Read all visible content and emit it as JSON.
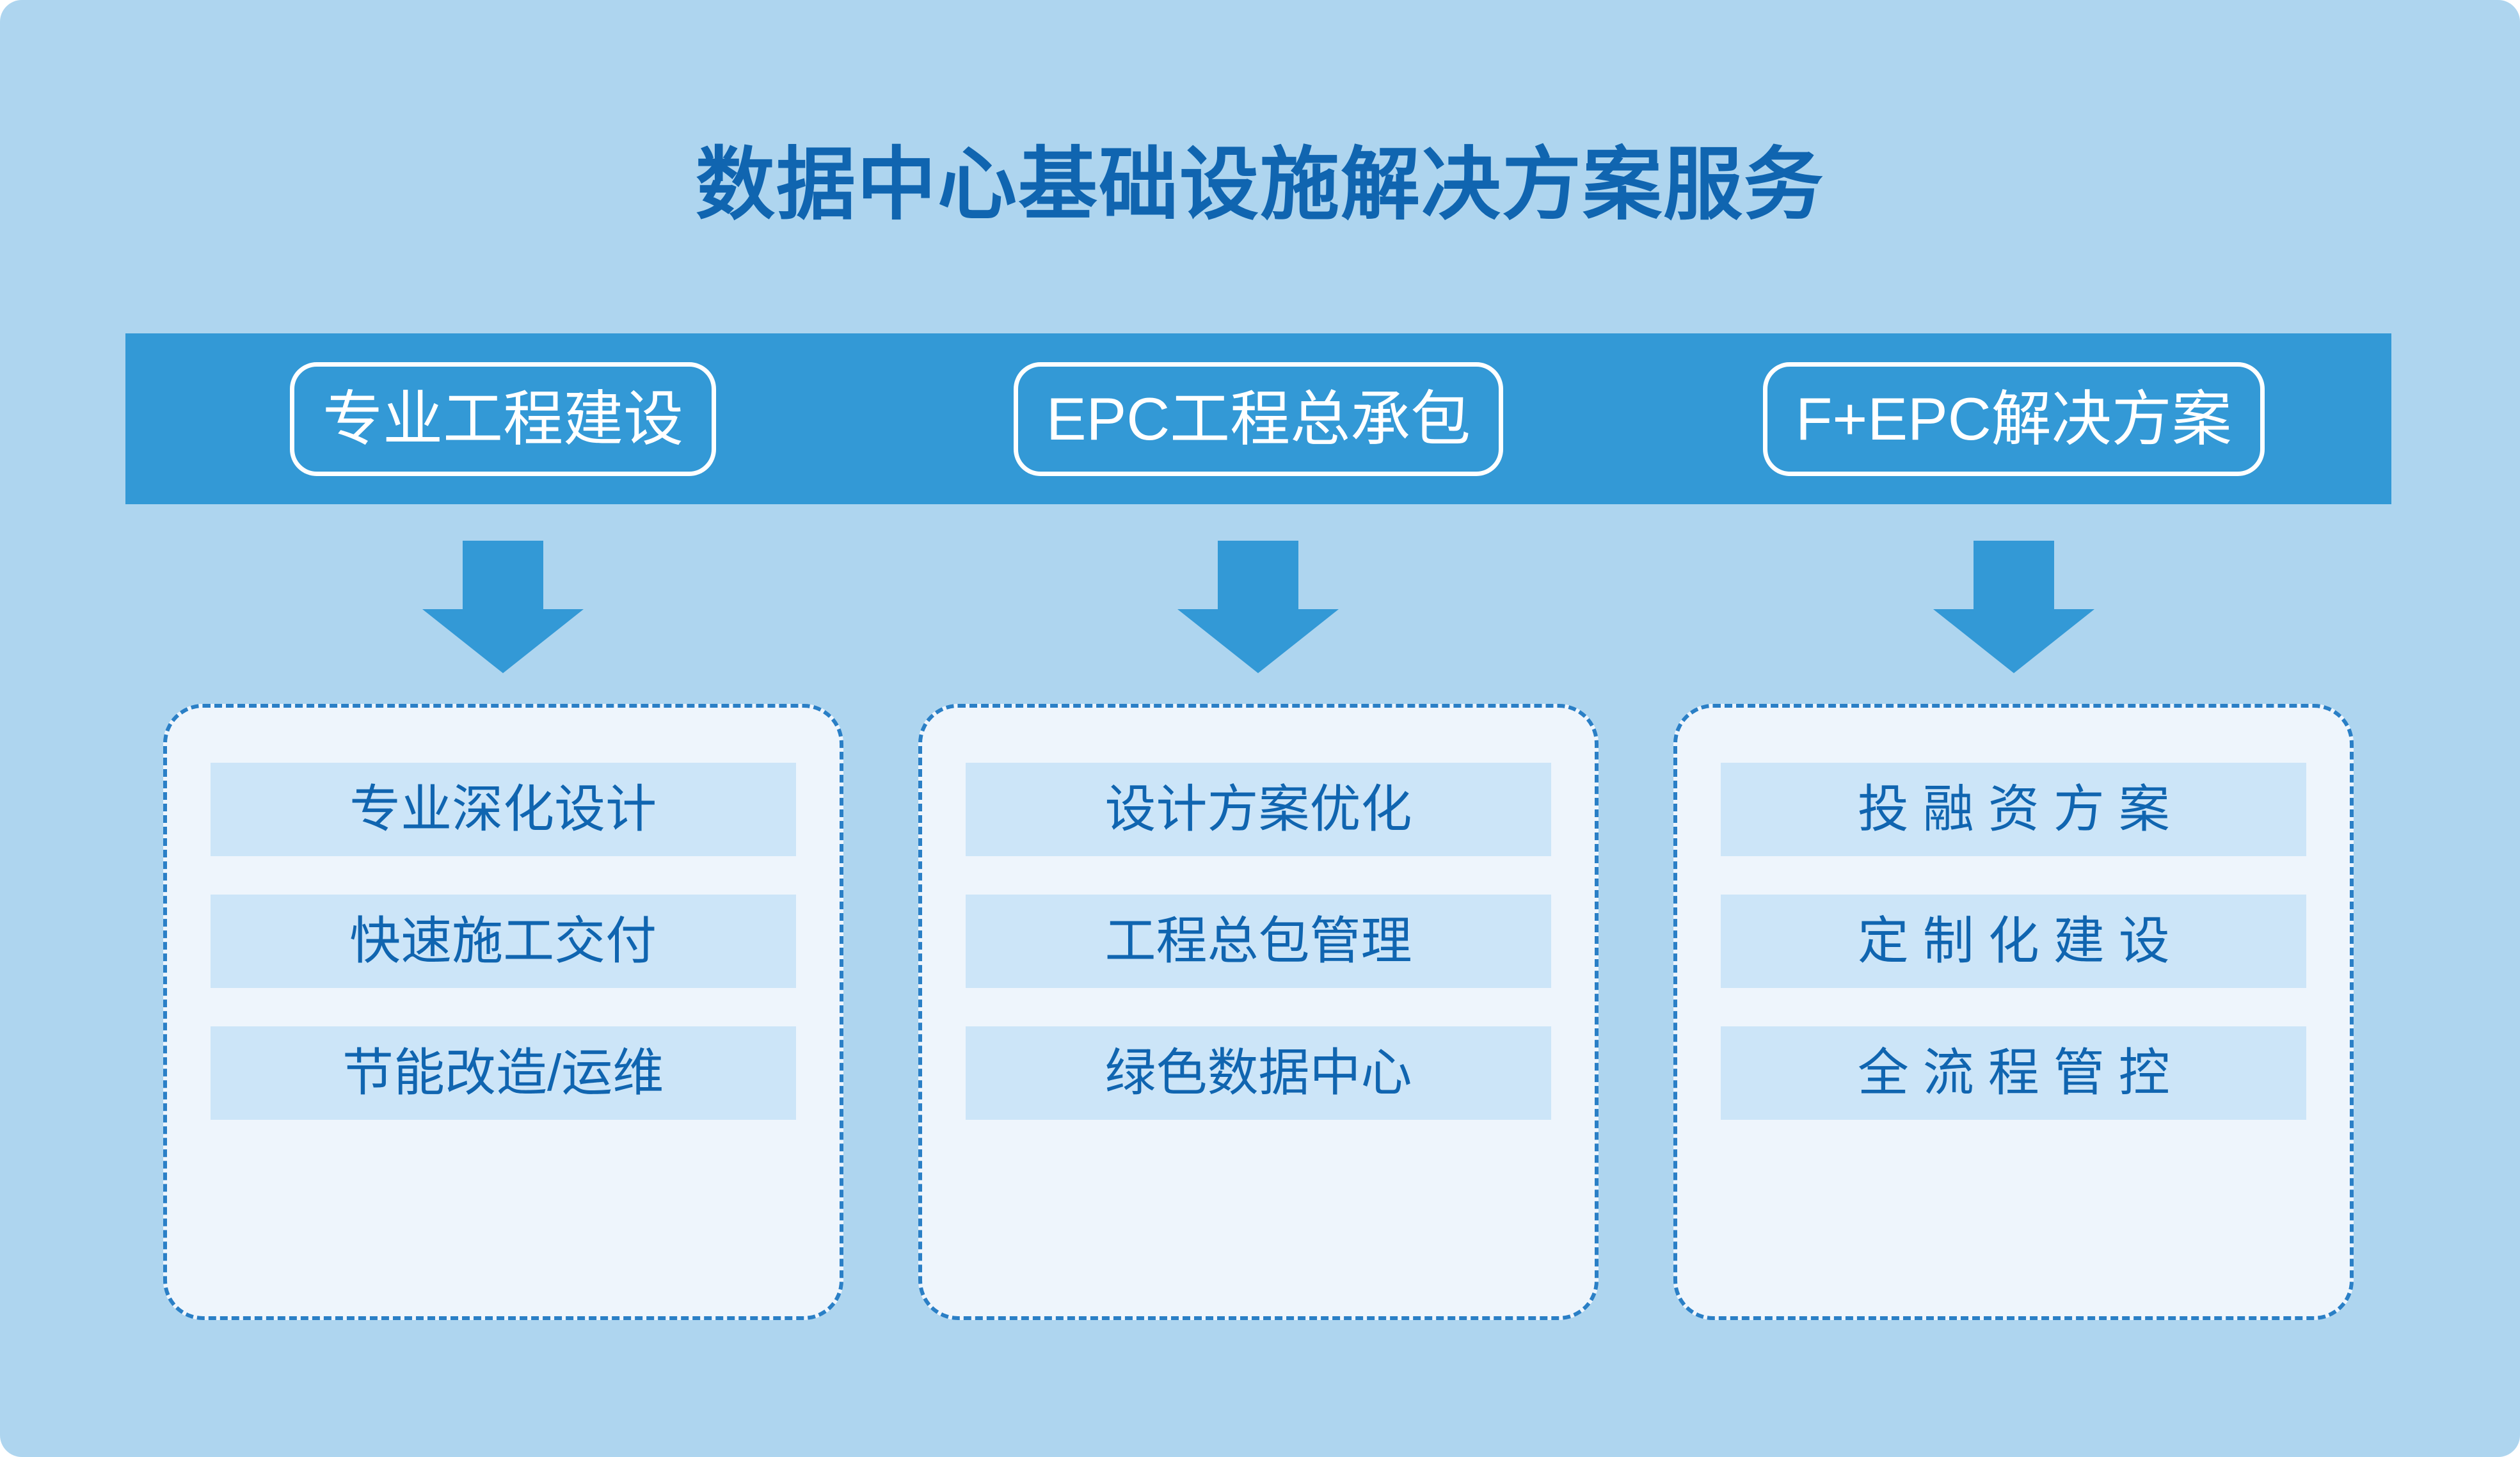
{
  "header": {
    "title": "数据中心基础设施解决方案服务"
  },
  "colors": {
    "background": "#aed5ef",
    "band": "#3399d6",
    "title_text": "#1065b0",
    "panel_fill": "#eef5fc",
    "panel_border": "#2a7fc6",
    "item_fill": "#cce5f8",
    "item_text": "#1065b0",
    "pill_border": "#ffffff",
    "pill_text": "#ffffff",
    "arrow": "#3399d6"
  },
  "columns": [
    {
      "category_label": "专业工程建设",
      "arrow_icon": "arrow-down-icon",
      "items": [
        {
          "label": "专业深化设计",
          "spaced": false
        },
        {
          "label": "快速施工交付",
          "spaced": false
        },
        {
          "label": "节能改造/运维",
          "spaced": false
        }
      ]
    },
    {
      "category_label": "EPC工程总承包",
      "arrow_icon": "arrow-down-icon",
      "items": [
        {
          "label": "设计方案优化",
          "spaced": false
        },
        {
          "label": "工程总包管理",
          "spaced": false
        },
        {
          "label": "绿色数据中心",
          "spaced": false
        }
      ]
    },
    {
      "category_label": "F+EPC解决方案",
      "arrow_icon": "arrow-down-icon",
      "items": [
        {
          "label": "投融资方案",
          "spaced": true
        },
        {
          "label": "定制化建设",
          "spaced": true
        },
        {
          "label": "全流程管控",
          "spaced": true
        }
      ]
    }
  ]
}
